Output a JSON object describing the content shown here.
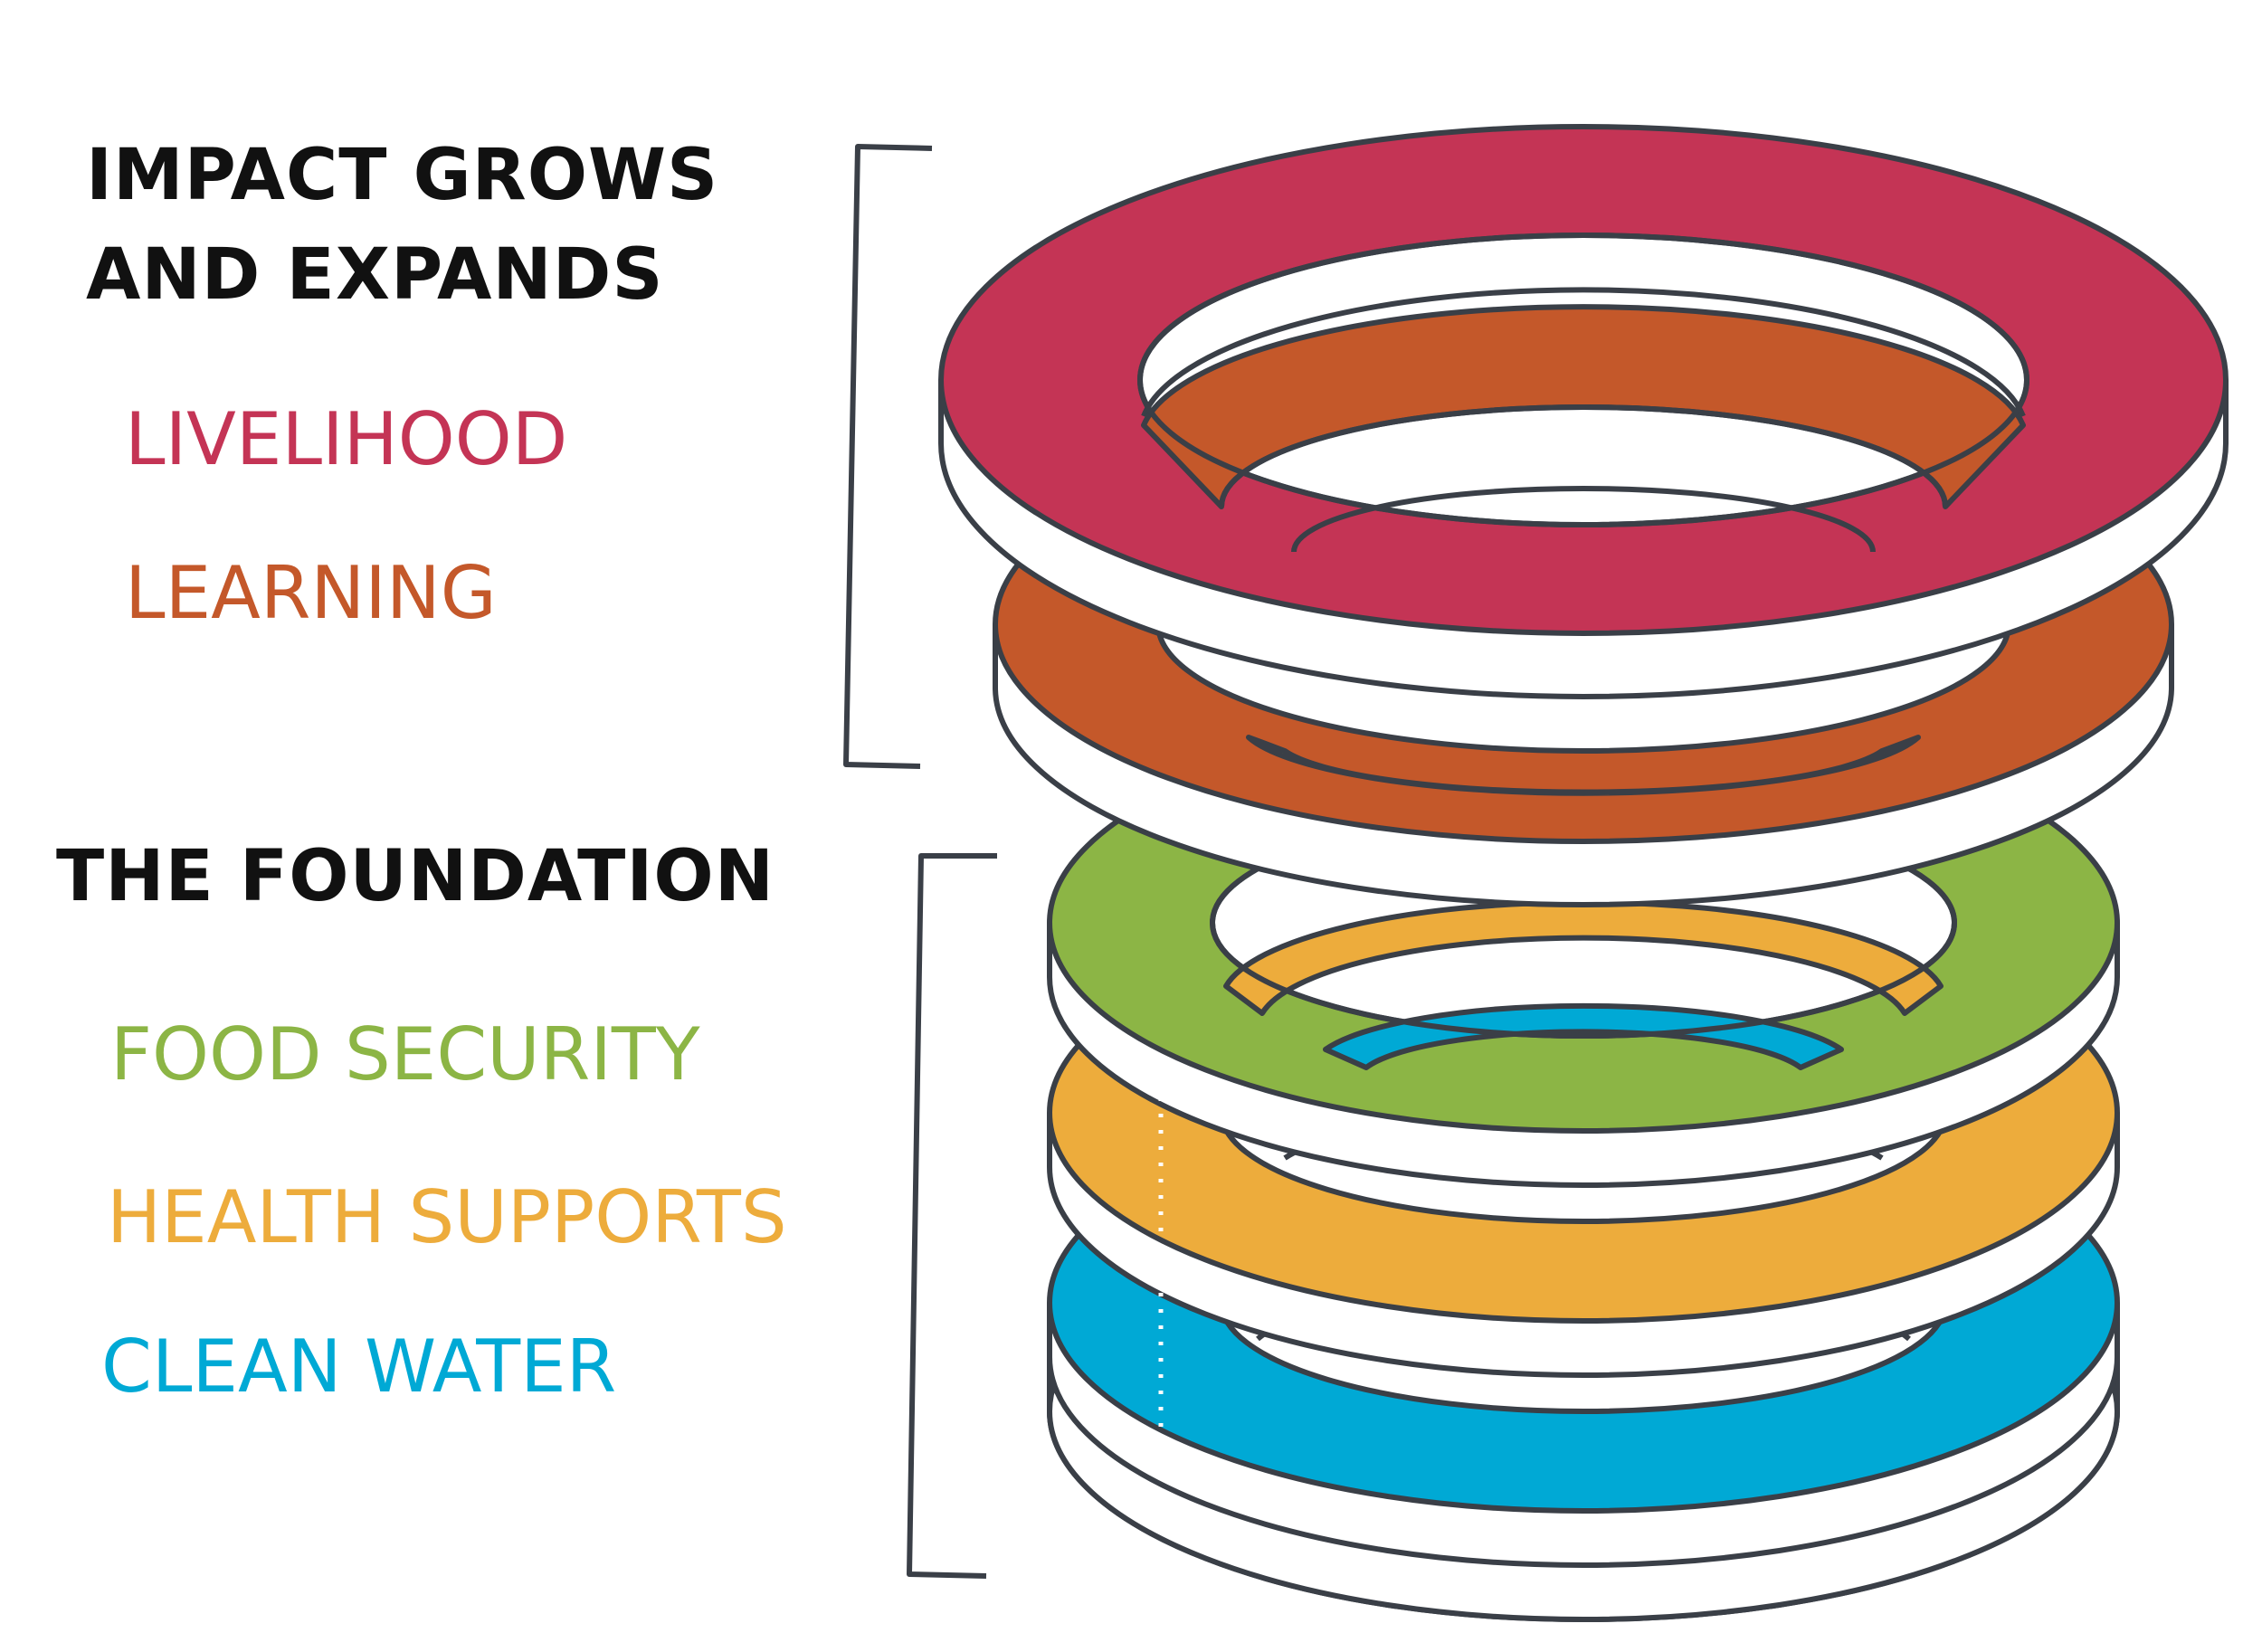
{
  "headings": {
    "impact_line1": "IMPACT GROWS",
    "impact_line2": "AND EXPANDS",
    "foundation": "THE FOUNDATION"
  },
  "impact_items": [
    {
      "label": "LIVELIHOOD",
      "color": "#C43455"
    },
    {
      "label": "LEARNING",
      "color": "#C4582A"
    }
  ],
  "foundation_items": [
    {
      "label": "FOOD SECURITY",
      "color": "#8CB545"
    },
    {
      "label": "HEALTH SUPPORTS",
      "color": "#EDAC3C"
    },
    {
      "label": "CLEAN WATER",
      "color": "#00A9D5"
    }
  ],
  "colors": {
    "outline": "#3A3F47"
  }
}
